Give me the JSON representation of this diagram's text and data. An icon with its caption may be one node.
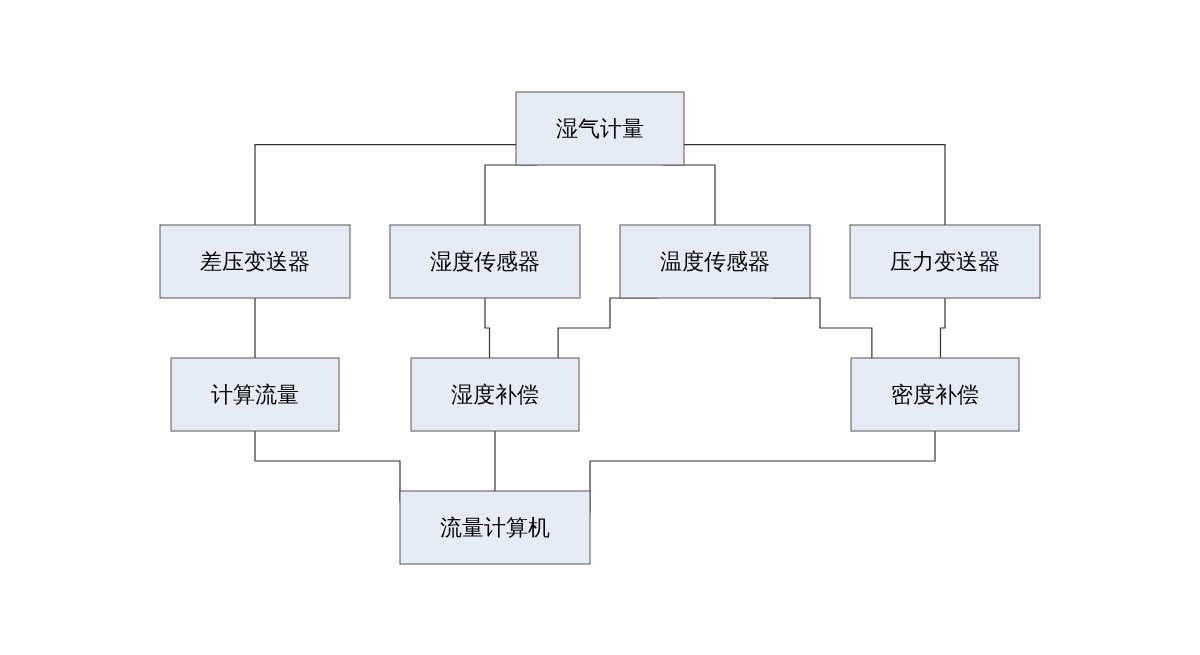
{
  "diagram": {
    "nodes": [
      {
        "text": [
          "湿气计量"
        ]
      },
      {
        "text": [
          "差压变送器"
        ]
      },
      {
        "text": [
          "湿度传感器"
        ]
      },
      {
        "text": [
          "温度传感器"
        ]
      },
      {
        "text": [
          "压力变送器"
        ]
      },
      {
        "text": [
          "计算流量"
        ]
      },
      {
        "text": [
          "湿度补偿"
        ]
      },
      {
        "text": [
          "密度补偿"
        ]
      },
      {
        "text": [
          "流量计算机"
        ]
      }
    ],
    "edges": [
      {
        "from": 0,
        "to": 1,
        "arrow": "none"
      },
      {
        "from": 0,
        "to": 2,
        "arrow": "none"
      },
      {
        "from": 0,
        "to": 3,
        "arrow": "none"
      },
      {
        "from": 0,
        "to": 4,
        "arrow": "none"
      },
      {
        "from": 1,
        "to": 5,
        "arrow": "none"
      },
      {
        "from": 2,
        "to": 6,
        "arrow": "none"
      },
      {
        "from": 3,
        "to": 6,
        "arrow": "none"
      },
      {
        "from": 3,
        "to": 7,
        "arrow": "none"
      },
      {
        "from": 4,
        "to": 7,
        "arrow": "none"
      },
      {
        "from": 5,
        "to": 8,
        "arrow": "none"
      },
      {
        "from": 6,
        "to": 8,
        "arrow": "none"
      },
      {
        "from": 7,
        "to": 8,
        "arrow": "none"
      }
    ]
  }
}
